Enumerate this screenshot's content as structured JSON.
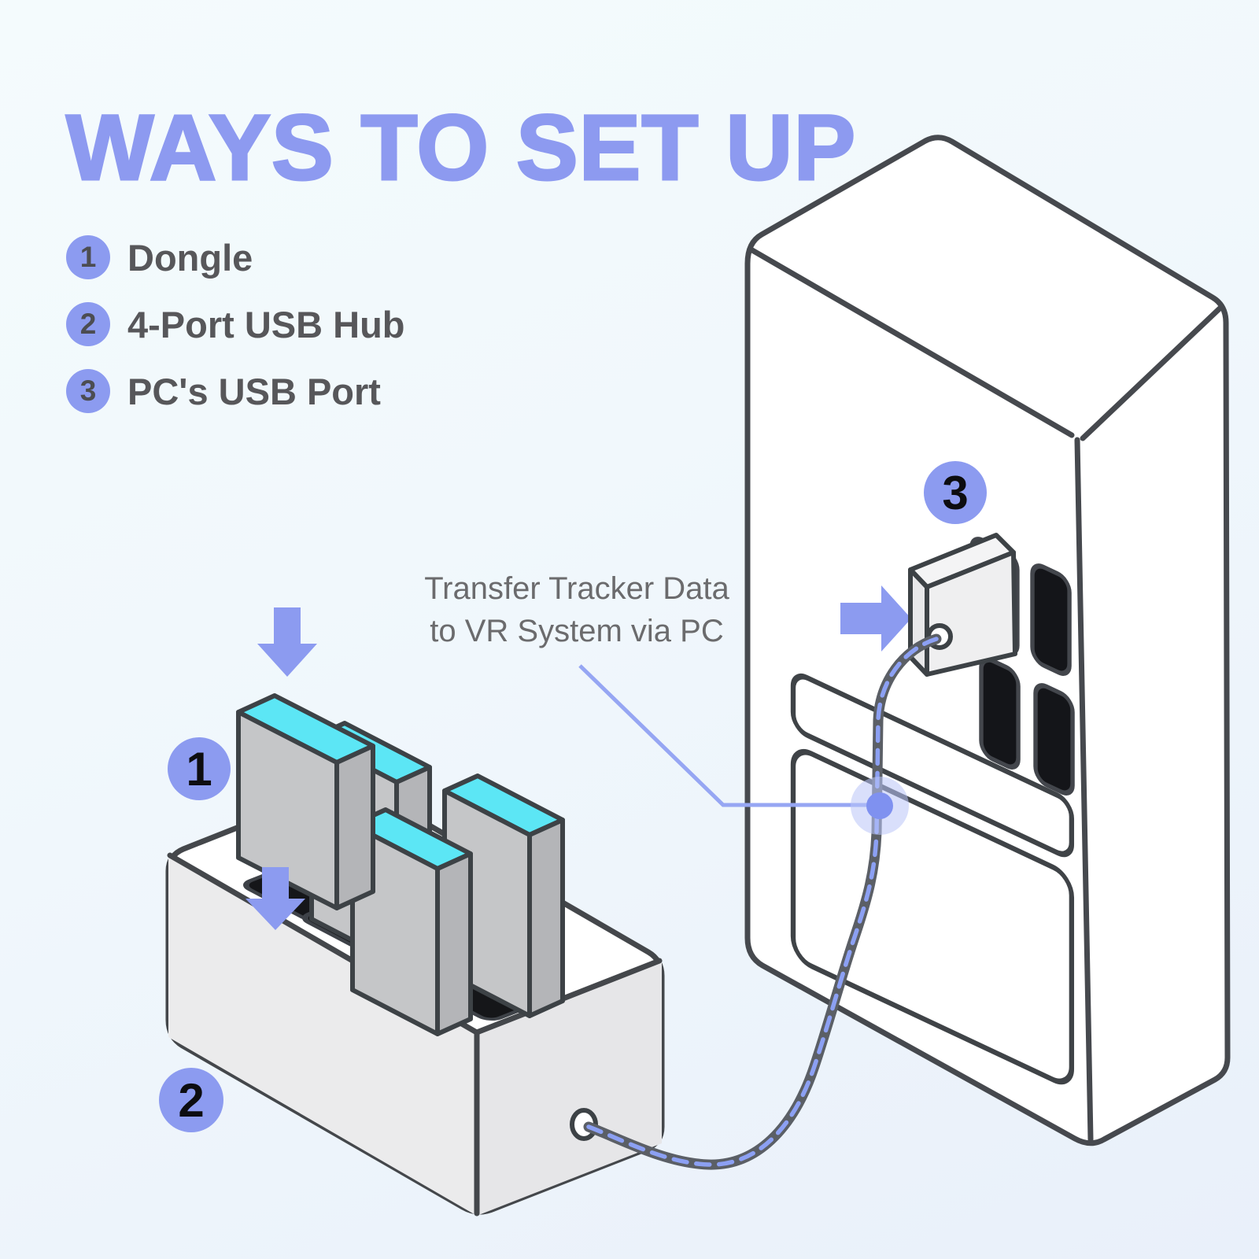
{
  "title": "WAYS TO SET UP",
  "steps": [
    {
      "number": "1",
      "label": "Dongle"
    },
    {
      "number": "2",
      "label": "4-Port USB Hub"
    },
    {
      "number": "3",
      "label": "PC's USB Port"
    }
  ],
  "annotation": {
    "line1": "Transfer Tracker Data",
    "line2": "to VR System via PC"
  },
  "diagram_badges": {
    "dongle": "1",
    "hub": "2",
    "pc_port": "3"
  },
  "colors": {
    "accent": "#8c9bf0",
    "title": "#8d9af0",
    "dongle_top_cyan": "#5ce6f5",
    "dongle_body_gray": "#c5c6c8",
    "outline_dark": "#3d4246",
    "tower_outline": "#46494e",
    "port_black": "#141519",
    "cable_gray": "#5b5f66",
    "cable_dash": "#8ca0f3",
    "list_text": "#57575a",
    "annotation_text": "#6b6b6d",
    "background_top": "#f4fbfd",
    "background_bottom": "#e9f0fa"
  }
}
